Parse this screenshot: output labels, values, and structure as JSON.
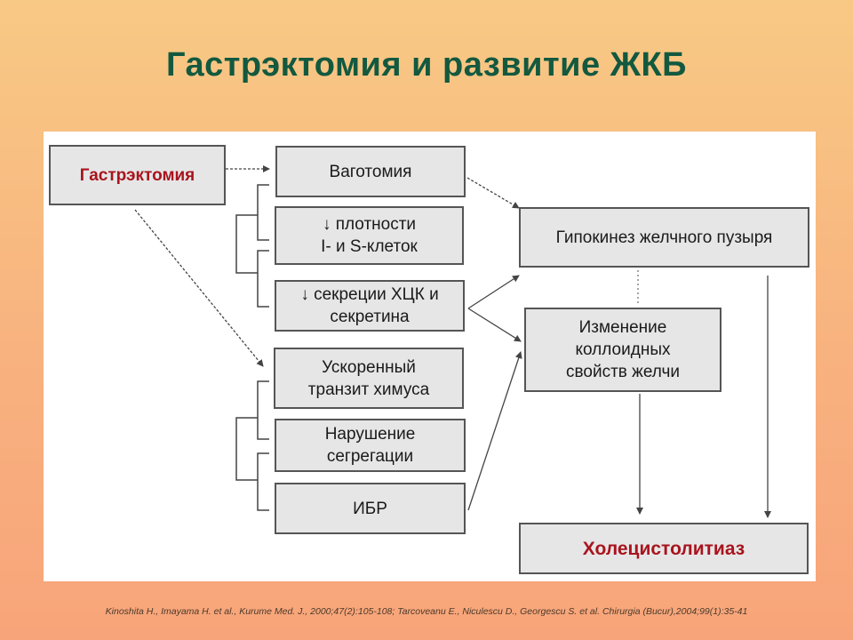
{
  "slide": {
    "title": "Гастрэктомия и развитие ЖКБ",
    "footnote": "Kinoshita H., Imayama H. et al., Kurume Med. J., 2000;47(2):105-108; Tarcoveanu E., Niculescu D., Georgescu S. et al. Chirurgia (Bucur),2004;99(1):35-41"
  },
  "diagram": {
    "gastrectomy": "Гастрэктомия",
    "vagotomy": "Ваготомия",
    "cell_density": "↓ плотности\nI- и S-клеток",
    "cck_secretion": "↓ секреции ХЦК и\nсекретина",
    "chyme_transit": "Ускоренный\nтранзит химуса",
    "segregation": "Нарушение\nсегрегации",
    "ibr": "ИБР",
    "hypokinesis": "Гипокинез желчного пузыря",
    "bile_change": "Изменение\nколлоидных\nсвойств желчи",
    "cholelithiasis": "Холецистолитиаз"
  },
  "colors": {
    "title": "#12593f",
    "accent_text": "#a8141e",
    "box_fill": "#e6e6e6",
    "box_border": "#555555",
    "connector": "#444444"
  }
}
